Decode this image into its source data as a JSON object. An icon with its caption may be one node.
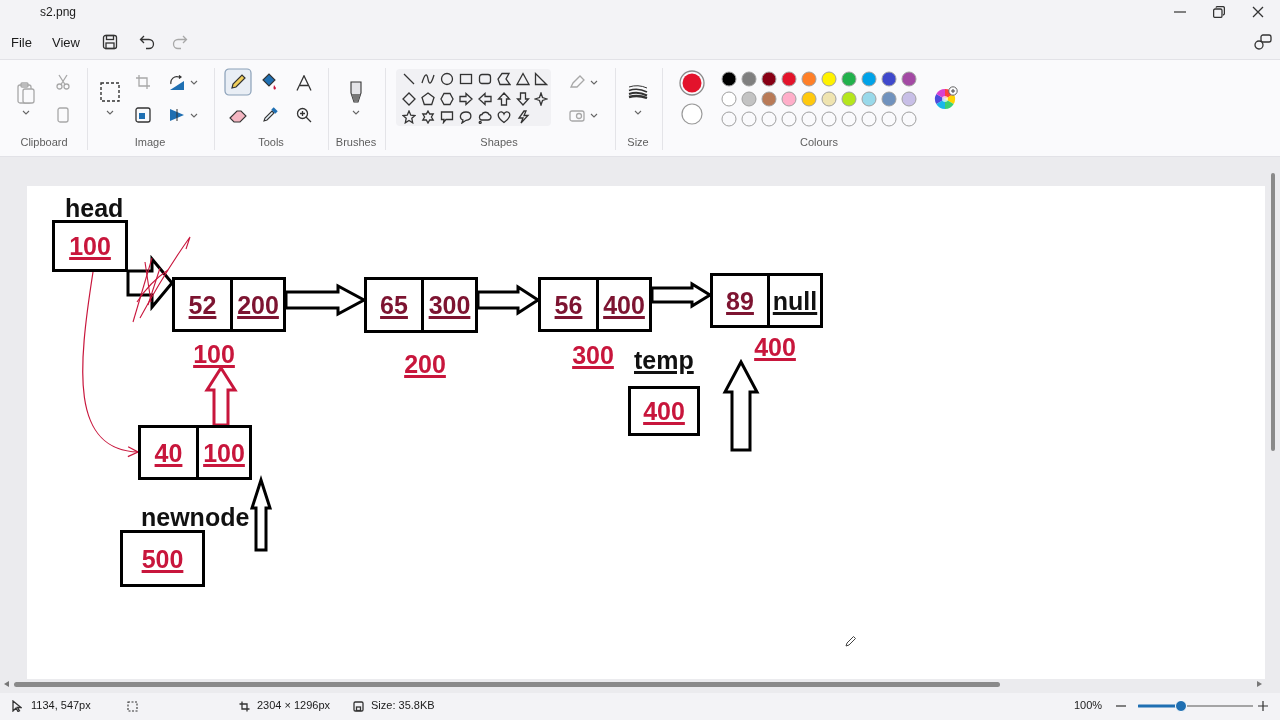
{
  "diagram": {
    "nodes": [
      {
        "text": [
          "head",
          "100"
        ]
      },
      {
        "text": [
          "52",
          "200"
        ],
        "beside": [
          "100"
        ]
      },
      {
        "text": [
          "65",
          "300"
        ],
        "beside": [
          "200"
        ]
      },
      {
        "text": [
          "56",
          "400"
        ],
        "beside": [
          "300"
        ]
      },
      {
        "text": [
          "89",
          "null"
        ],
        "beside": [
          "400"
        ]
      },
      {
        "text": [
          "temp",
          "400"
        ]
      },
      {
        "text": [
          "40",
          "100"
        ]
      },
      {
        "text": [
          "newnode",
          "500"
        ]
      }
    ],
    "edges": [
      {
        "from": 0,
        "to": 1,
        "arrow": "to"
      },
      {
        "from": 1,
        "to": 2,
        "arrow": "to"
      },
      {
        "from": 2,
        "to": 3,
        "arrow": "to"
      },
      {
        "from": 3,
        "to": 4,
        "arrow": "to"
      },
      {
        "from": null,
        "to": 4,
        "arrow": "to"
      },
      {
        "from": 0,
        "to": 6,
        "arrow": "to",
        "color": "#c8163c"
      },
      {
        "from": 6,
        "to": 1,
        "arrow": "to",
        "color": "#c8163c"
      },
      {
        "from": null,
        "to": 6,
        "arrow": "to"
      }
    ],
    "labels": [
      "s2.png",
      "File",
      "View",
      "Clipboard",
      "Image",
      "Tools",
      "Brushes",
      "Shapes",
      "Size",
      "Colours",
      "1134, 547px",
      "2304 × 1296px",
      "Size: 35.8KB",
      "100%"
    ]
  }
}
